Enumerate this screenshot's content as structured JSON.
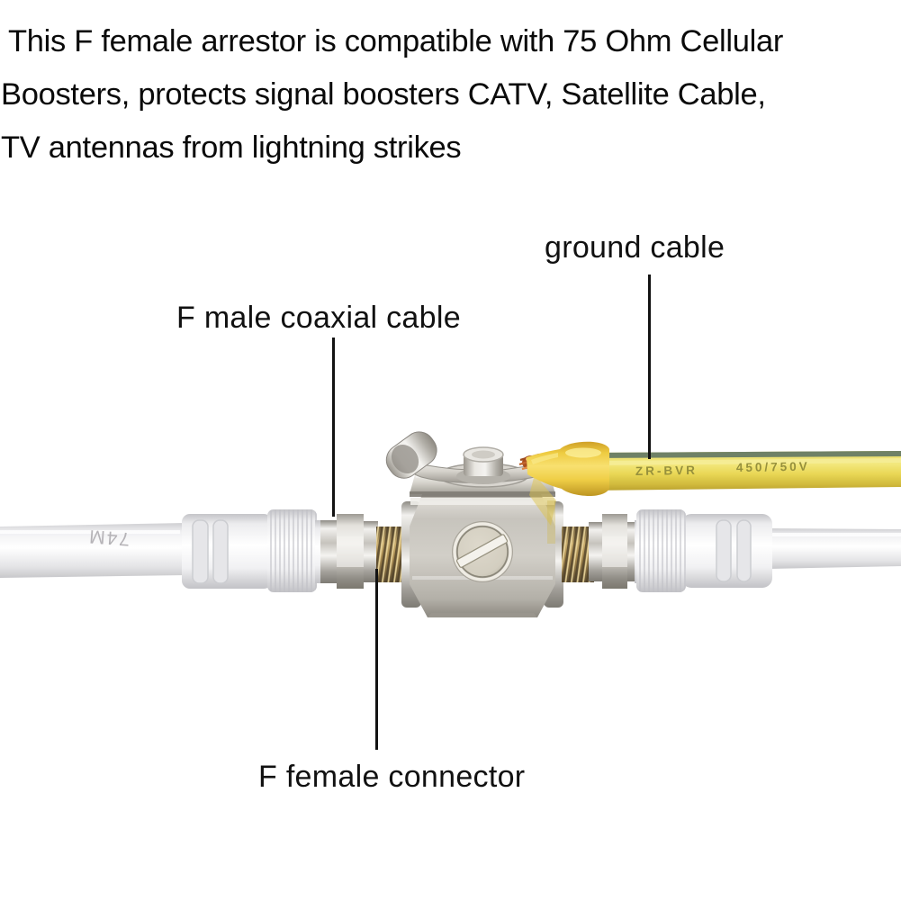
{
  "description": {
    "line1": "This F female arrestor is compatible with 75 Ohm Cellular",
    "line2": "Boosters, protects signal boosters CATV, Satellite Cable,",
    "line3": "TV antennas from lightning strikes"
  },
  "annotations": {
    "ground_cable": "ground cable",
    "f_male_coaxial_cable": "F male coaxial cable",
    "f_female_connector": "F female connector"
  },
  "cable_markings": {
    "ground_cable_type": "ZR-BVR",
    "ground_cable_voltage": "450/750V",
    "coax_cable_marking": "74M"
  },
  "colors": {
    "background": "#ffffff",
    "label_text": "#111111",
    "leader_line": "#131313",
    "ground_cable_yellow": "#e9d755",
    "ground_cable_green_stripe": "#6f8166",
    "ground_cable_print": "#96903c",
    "arrestor_metal": "#c9c6bf",
    "white_coax_cable": "#f2f2f3"
  }
}
